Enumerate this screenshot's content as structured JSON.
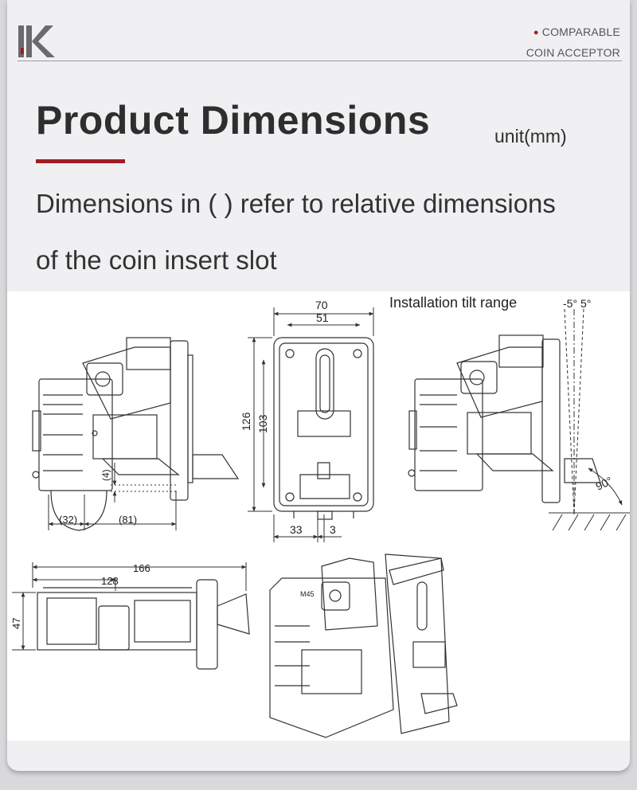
{
  "brand": {
    "logo_text": "IK"
  },
  "tag": {
    "line1": "COMPARABLE",
    "line2": "COIN ACCEPTOR"
  },
  "header": {
    "title": "Product Dimensions",
    "unit": "unit(mm)"
  },
  "description": {
    "line1": "Dimensions in ( ) refer to relative dimensions",
    "line2": "of the coin insert slot"
  },
  "diagram": {
    "tilt_label": "Installation tilt range",
    "tilt_left": "-5°",
    "tilt_right": "5°",
    "angle": "90°",
    "dims": {
      "width": "70",
      "slot_span": "51",
      "height": "126",
      "inner_height": "103",
      "bottom_a": "33",
      "bottom_b": "3",
      "side_offset": "(32)",
      "side_span": "(81)",
      "side_small": "(4)",
      "top_total": "166",
      "top_depth": "128",
      "top_height": "47"
    },
    "model": "M45"
  },
  "colors": {
    "accent": "#a01d24",
    "text": "#2e2e2e",
    "background": "#f0f0f2"
  }
}
